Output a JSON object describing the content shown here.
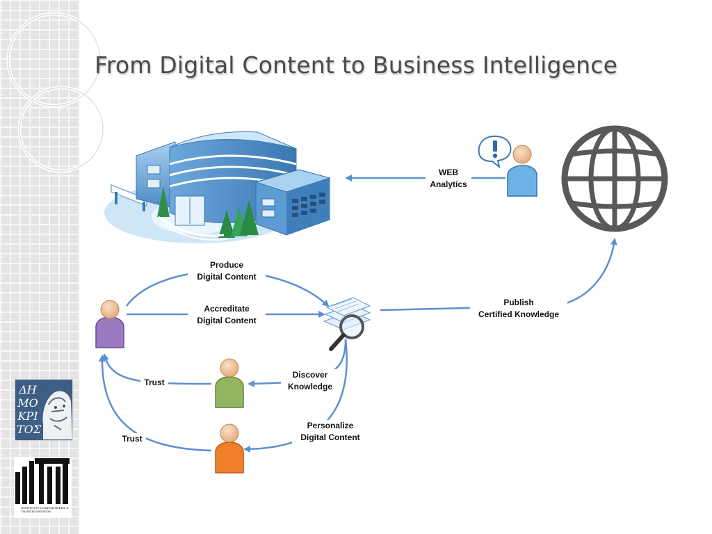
{
  "slide": {
    "title": "From Digital Content to Business Intelligence"
  },
  "diagram": {
    "edges": {
      "web_analytics": {
        "line1": "WEB",
        "line2": "Analytics"
      },
      "produce": {
        "line1": "Produce",
        "line2": "Digital Content"
      },
      "accreditate": {
        "line1": "Accreditate",
        "line2": "Digital Content"
      },
      "publish": {
        "line1": "Publish",
        "line2": "Certified Knowledge"
      },
      "discover": {
        "line1": "Discover",
        "line2": "Knowledge"
      },
      "personalize": {
        "line1": "Personalize",
        "line2": "Digital Content"
      },
      "trust_upper": "Trust",
      "trust_lower": "Trust"
    },
    "nodes": [
      {
        "id": "enterprise-building",
        "icon": "building-icon"
      },
      {
        "id": "web-user",
        "icon": "user-with-exclamation-bubble-icon"
      },
      {
        "id": "internet",
        "icon": "globe-icon"
      },
      {
        "id": "producer-user",
        "icon": "user-icon",
        "color": "#9b7bc0"
      },
      {
        "id": "content-search",
        "icon": "documents-magnifier-icon"
      },
      {
        "id": "consumer-user-green",
        "icon": "user-icon",
        "color": "#93b562"
      },
      {
        "id": "consumer-user-orange",
        "icon": "user-icon",
        "color": "#f07f2a"
      }
    ],
    "colors": {
      "arrow": "#5b8fd0",
      "globe": "#595959",
      "building": "#5d9bd3"
    }
  },
  "logos": {
    "top": {
      "text": "ΔΗ\nΜΟ\nΚΡΙ\nΤΟΣ"
    },
    "bottom": {
      "caption": "ΙΝΣΤΙΤΟΥΤΟ ΠΛΗΡΟΦΟΡΙΚΗΣ & ΤΗΛΕΠΙΚΟΙΝΩΝΙΩΝ"
    }
  }
}
